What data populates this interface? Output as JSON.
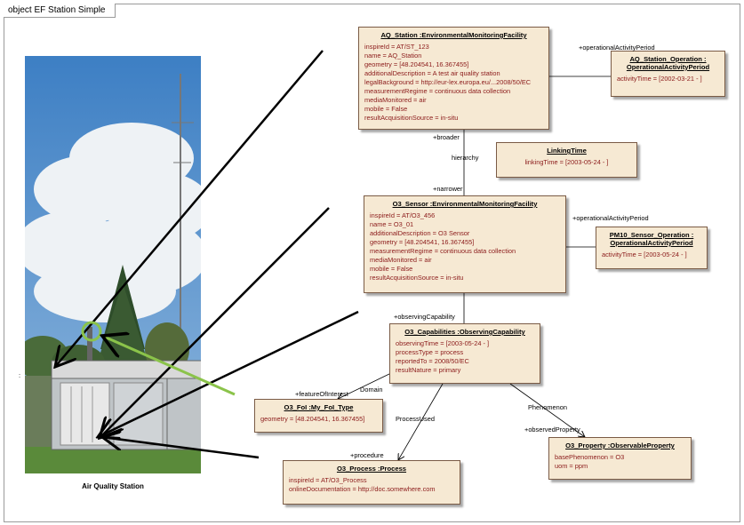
{
  "frame_title": "object EF Station Simple",
  "photo_caption": "Air Quality Station",
  "side_mark": ":",
  "boxes": {
    "aq_station": {
      "title": "AQ_Station :EnvironmentalMonitoringFacility",
      "attrs": [
        "inspireId = AT/ST_123",
        "name = AQ_Station",
        "geometry = [48.204541, 16.367455]",
        "additionalDescription = A test air quality station",
        "legalBackground = http://eur-lex.europa.eu/...2008/50/EC",
        "measurementRegime = continuous data collection",
        "mediaMonitored = air",
        "mobile = False",
        "resultAcquisitionSource = in-situ"
      ]
    },
    "aq_station_operation": {
      "title_line1": "AQ_Station_Operation :",
      "title_line2": "OperationalActivityPeriod",
      "attrs": [
        "activityTime = [2002-03-21 - ]"
      ]
    },
    "linking_time": {
      "title": "LinkingTime",
      "attrs": [
        "linkingTime = [2003-05-24 - ]"
      ]
    },
    "o3_sensor": {
      "title": "O3_Sensor :EnvironmentalMonitoringFacility",
      "attrs": [
        "inspireId = AT/O3_456",
        "name = O3_01",
        "additionalDescription = O3 Sensor",
        "geometry = [48.204541, 16.367455]",
        "measurementRegime = continuous data collection",
        "mediaMonitored = air",
        "mobile = False",
        "resultAcquisitionSource = in-situ"
      ]
    },
    "pm10_operation": {
      "title_line1": "PM10_Sensor_Operation :",
      "title_line2": "OperationalActivityPeriod",
      "attrs": [
        "activityTime = [2003-05-24 - ]"
      ]
    },
    "o3_capabilities": {
      "title": "O3_Capabilities :ObservingCapability",
      "attrs": [
        "observingTime = [2003-05-24 - ]",
        "processType = process",
        "reportedTo = 2008/50/EC",
        "resultNature = primary"
      ]
    },
    "o3_foi": {
      "title": "O3_FoI :My_FoI_Type",
      "attrs": [
        "geometry = [48.204541, 16.367455]"
      ]
    },
    "o3_process": {
      "title": "O3_Process :Process",
      "attrs": [
        "inspireId = AT/O3_Process",
        "onlineDocumentation = http://doc.somewhere.com"
      ]
    },
    "o3_property": {
      "title": "O3_Property :ObservableProperty",
      "attrs": [
        "basePhenomenon = O3",
        "uom = ppm"
      ]
    }
  },
  "labels": {
    "op_period_1": "+operationalActivityPeriod",
    "broader": "+broader",
    "hierarchy": "hierarchy",
    "narrower": "+narrower",
    "op_period_2": "+operationalActivityPeriod",
    "observing_capability": "+observingCapability",
    "domain": "Domain",
    "feature_of_interest": "+featureOfInterest",
    "process_used": "ProcessUsed",
    "procedure": "+procedure",
    "phenomenon": "Phenomenon",
    "observed_property": "+observedProperty"
  },
  "colors": {
    "box_fill": "#f6e9d3",
    "box_border": "#7a5b45",
    "attr_text": "#8b1a1a",
    "highlight": "#8bc34a"
  }
}
